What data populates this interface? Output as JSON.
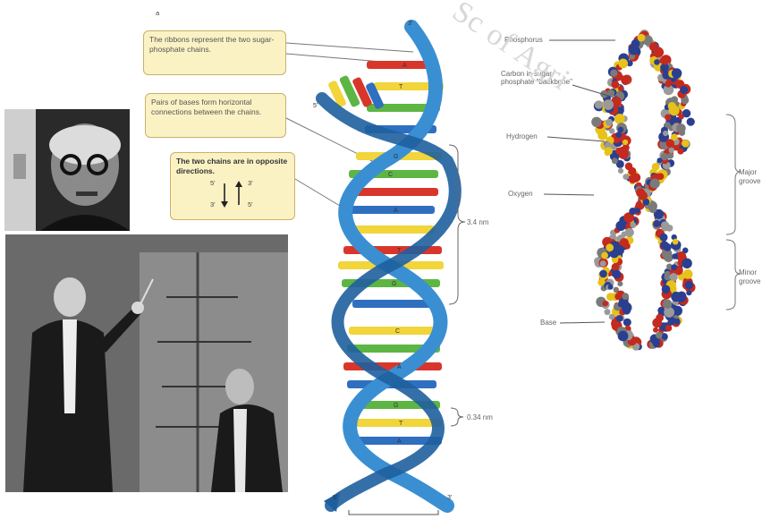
{
  "figure": {
    "panel_letter": "a",
    "callouts": [
      "The ribbons represent the two sugar-phosphate chains.",
      "Pairs of bases form horizontal connections between the chains.",
      "The two chains are in opposite directions."
    ],
    "direction_labels": {
      "top_left": "5'",
      "top_right": "3'",
      "bottom_left": "3'",
      "bottom_right": "5'"
    },
    "helix_ends": {
      "top": "3'",
      "left_strand": "5'",
      "bottom_left": "5'",
      "bottom_right": "3'"
    },
    "measurements": {
      "pitch": "3.4 nm",
      "rise": "0.34 nm"
    },
    "base_letters": [
      "A",
      "T",
      "G",
      "C",
      "A",
      "T",
      "G",
      "C",
      "A",
      "G",
      "T",
      "A"
    ],
    "model_labels": {
      "phosphorus": "Phosphorus",
      "carbon": "Carbon in sugar-phosphate \"backbone\"",
      "hydrogen": "Hydrogen",
      "oxygen": "Oxygen",
      "base": "Base",
      "major_groove": "Major groove",
      "minor_groove": "Minor groove"
    },
    "watermark": "Sc of Agri"
  },
  "colors": {
    "ribbon": "#3a8fd2",
    "ribbon_dark": "#1f5f9e",
    "callout_bg": "#fbf2c4",
    "base_green": "#5db544",
    "base_yellow": "#f1d53a",
    "base_red": "#d9362b",
    "base_blue": "#2f6fc0",
    "atom_red": "#c42a1e",
    "atom_blue": "#2a3f8f",
    "atom_yellow": "#e6c21a"
  }
}
